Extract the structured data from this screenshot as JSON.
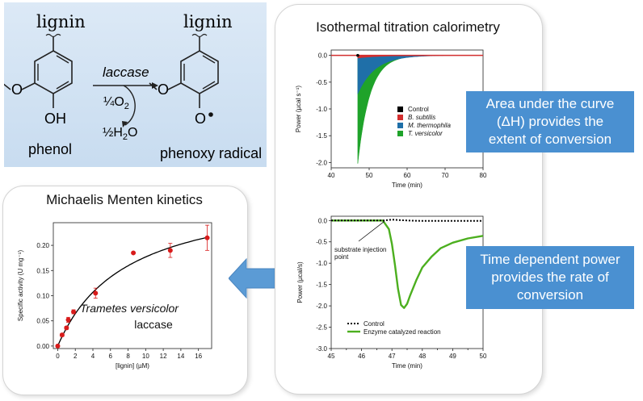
{
  "reaction": {
    "lignin_left": "lignin",
    "lignin_right": "lignin",
    "enzyme": "laccase",
    "oxygen": "¼O",
    "oxygen_sub": "2",
    "water": "½H",
    "water_sub": "2",
    "water_tail": "O",
    "oh": "OH",
    "o_radical": "O",
    "phenol": "phenol",
    "phenoxy": "phenoxy radical"
  },
  "itc_panel": {
    "title": "Isothermal titration calorimetry",
    "callout_area": [
      "Area under the curve",
      "(ΔH) provides the",
      "extent of conversion"
    ],
    "callout_time": [
      "Time dependent power",
      "provides the rate of",
      "conversion"
    ]
  },
  "mm_panel": {
    "title": "Michaelis Menten kinetics",
    "annotation_line1": "Trametes versicolor",
    "annotation_line2": "laccase"
  },
  "colors": {
    "accent_blue": "#4a90d1",
    "control": "#000000",
    "b_subtilis": "#d32f2f",
    "m_thermophila": "#1f6fa8",
    "t_versicolor": "#1fa32a",
    "enzyme_line": "#4caf1f",
    "mm_points": "#d81b1b"
  },
  "chart_data": [
    {
      "type": "area",
      "xlabel": "Time (min)",
      "ylabel": "Power (µcal s⁻¹)",
      "xlim": [
        40,
        80
      ],
      "ylim": [
        -2.1,
        0.1
      ],
      "xticks": [
        40,
        50,
        60,
        70,
        80
      ],
      "yticks": [
        0.0,
        -0.5,
        -1.0,
        -1.5,
        -2.0
      ],
      "ytick_labels": [
        "0.0",
        "-0.5",
        "-1.0",
        "-1.5",
        "-2.0"
      ],
      "legend": [
        {
          "name": "Control",
          "color": "#000000",
          "italic": false
        },
        {
          "name": "B. subtilis",
          "color": "#d32f2f",
          "italic": true
        },
        {
          "name": "M. thermophila",
          "color": "#1f6fa8",
          "italic": true
        },
        {
          "name": "T. versicolor",
          "color": "#1fa32a",
          "italic": true
        }
      ],
      "series": [
        {
          "name": "T. versicolor",
          "peak_x": 47,
          "peak_y": -2.02,
          "decay": 3.2,
          "color": "#1fa32a"
        },
        {
          "name": "M. thermophila",
          "peak_x": 47,
          "peak_y": -0.72,
          "decay": 4.5,
          "color": "#1f6fa8"
        },
        {
          "name": "B. subtilis",
          "peak_x": 47,
          "peak_y": -0.05,
          "decay": 6,
          "color": "#d32f2f"
        },
        {
          "name": "Control",
          "peak_x": 47,
          "peak_y": -0.02,
          "decay": 1,
          "color": "#000000"
        }
      ]
    },
    {
      "type": "line",
      "xlabel": "Time (min)",
      "ylabel": "Power (µcal/s)",
      "xlim": [
        45,
        50
      ],
      "ylim": [
        -3.0,
        0.1
      ],
      "xticks": [
        45,
        45.5,
        46,
        46.5,
        47,
        47.5,
        48,
        48.5,
        49,
        49.5,
        50
      ],
      "xtick_labels": [
        "45",
        "",
        "46",
        "",
        "47",
        "",
        "48",
        "",
        "49",
        "",
        "50"
      ],
      "yticks": [
        0.0,
        -0.5,
        -1.0,
        -1.5,
        -2.0,
        -2.5,
        -3.0
      ],
      "ytick_labels": [
        "0.0",
        "-0.5",
        "-1.0",
        "-1.5",
        "-2.0",
        "-2.5",
        "-3.0"
      ],
      "annotation": [
        "substrate injection",
        "point"
      ],
      "annotation_x": 46.75,
      "legend": [
        {
          "name": "Control",
          "style": "dotted",
          "color": "#000000"
        },
        {
          "name": "Enzyme catalyzed reaction",
          "style": "solid",
          "color": "#4caf1f"
        }
      ],
      "series": [
        {
          "name": "Control",
          "x": [
            45,
            46,
            46.7,
            47,
            47.5,
            48,
            49,
            50
          ],
          "y": [
            0.0,
            0.0,
            0.0,
            0.02,
            0.0,
            -0.01,
            -0.01,
            -0.01
          ]
        },
        {
          "name": "Enzyme catalyzed reaction",
          "x": [
            45,
            46,
            46.7,
            46.9,
            47.0,
            47.1,
            47.2,
            47.3,
            47.4,
            47.5,
            47.6,
            47.8,
            48.0,
            48.3,
            48.6,
            49.0,
            49.5,
            50.0
          ],
          "y": [
            0.0,
            0.0,
            0.0,
            -0.2,
            -0.55,
            -1.05,
            -1.6,
            -1.98,
            -2.05,
            -1.95,
            -1.75,
            -1.4,
            -1.1,
            -0.85,
            -0.65,
            -0.52,
            -0.42,
            -0.36
          ]
        }
      ]
    },
    {
      "type": "scatter",
      "xlabel": "[lignin] (µM)",
      "ylabel": "Specific activity (U mg⁻¹)",
      "xlim": [
        -0.5,
        17.5
      ],
      "ylim": [
        -0.005,
        0.245
      ],
      "xticks": [
        0,
        2,
        4,
        6,
        8,
        10,
        12,
        14,
        16
      ],
      "yticks": [
        0.0,
        0.05,
        0.1,
        0.15,
        0.2
      ],
      "ytick_labels": [
        "0.00",
        "0.05",
        "0.10",
        "0.15",
        "0.20"
      ],
      "points": [
        {
          "x": 0,
          "y": 0.0,
          "err": 0.0
        },
        {
          "x": 0.5,
          "y": 0.022,
          "err": 0.003
        },
        {
          "x": 1.0,
          "y": 0.036,
          "err": 0.003
        },
        {
          "x": 1.2,
          "y": 0.052,
          "err": 0.005
        },
        {
          "x": 1.8,
          "y": 0.068,
          "err": 0.004
        },
        {
          "x": 4.3,
          "y": 0.105,
          "err": 0.01
        },
        {
          "x": 8.6,
          "y": 0.185,
          "err": 0.0
        },
        {
          "x": 12.8,
          "y": 0.19,
          "err": 0.014
        },
        {
          "x": 17.0,
          "y": 0.215,
          "err": 0.025
        }
      ],
      "fit": {
        "vmax": 0.315,
        "km": 7.8
      }
    }
  ]
}
